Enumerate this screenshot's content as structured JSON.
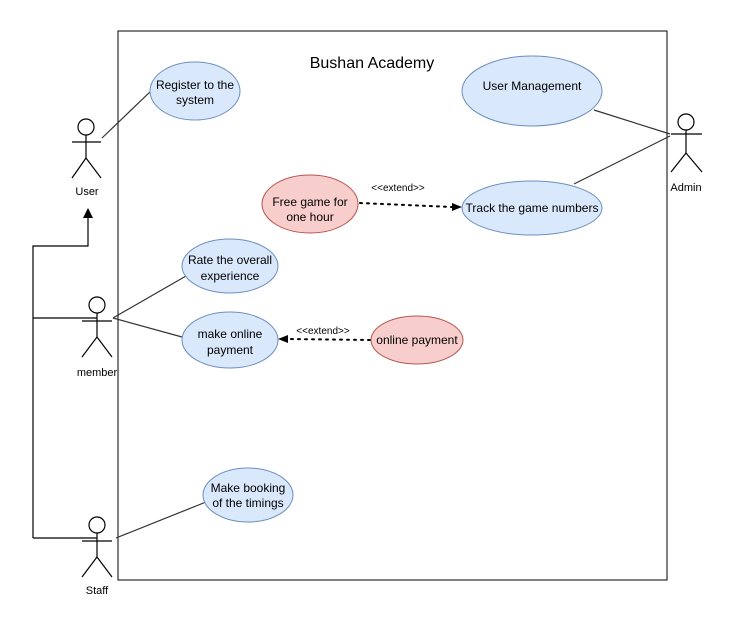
{
  "diagram": {
    "title": "Bushan Academy",
    "colors": {
      "use_case_fill": "#dae8fc",
      "use_case_stroke": "#6c8ebf",
      "extension_fill": "#f8cecc",
      "extension_stroke": "#b85450",
      "line": "#333333",
      "background": "#ffffff"
    },
    "actors": {
      "user": "User",
      "member": "member",
      "staff": "Staff",
      "admin": "Admin"
    },
    "use_cases": {
      "register": [
        "Register to the",
        "system"
      ],
      "user_management": [
        "User Management"
      ],
      "free_game": [
        "Free game for",
        "one hour"
      ],
      "track_game": [
        "Track the game numbers"
      ],
      "rate_experience": [
        "Rate the overall",
        "experience"
      ],
      "online_payment_member": [
        "make online",
        "payment"
      ],
      "online_payment": [
        "online payment"
      ],
      "booking": [
        "Make booking",
        "of the timings"
      ]
    },
    "relations": {
      "extend_free_game": "<<extend>>",
      "extend_online_payment": "<<extend>>"
    }
  }
}
